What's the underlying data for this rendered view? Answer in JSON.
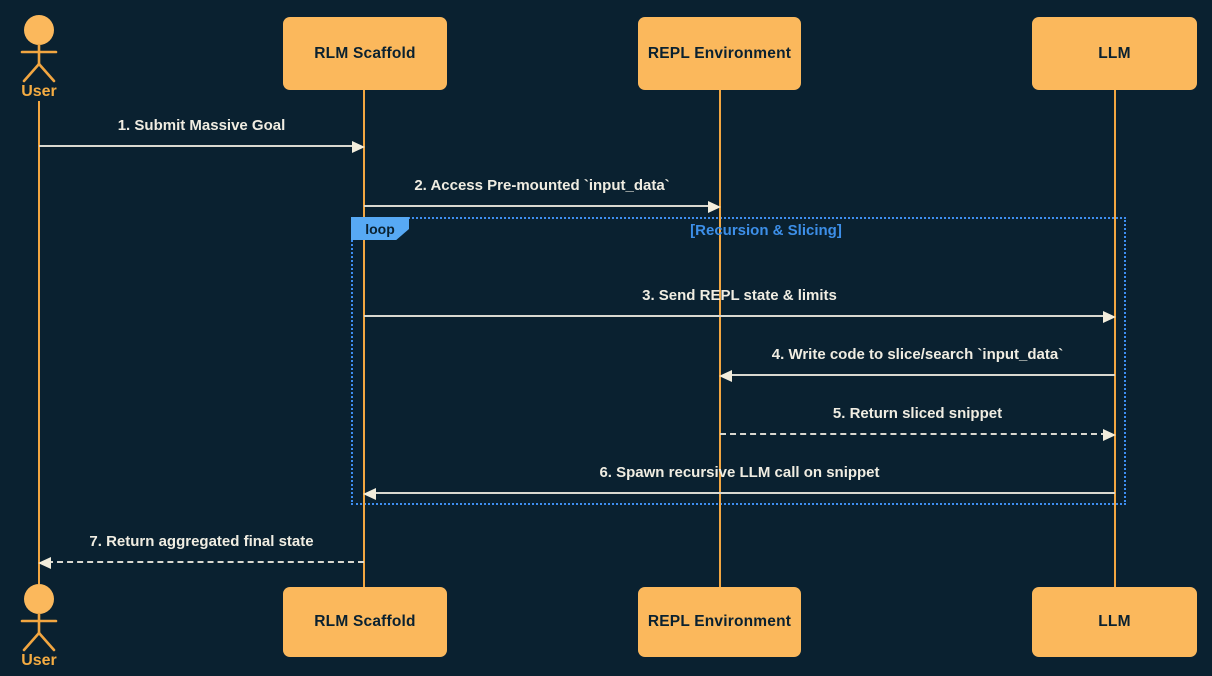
{
  "diagram": {
    "type": "sequence-diagram",
    "actor": {
      "name": "User"
    },
    "participants": [
      {
        "name": "RLM Scaffold"
      },
      {
        "name": "REPL Environment"
      },
      {
        "name": "LLM"
      }
    ],
    "loop": {
      "label": "loop",
      "title": "[Recursion & Slicing]"
    },
    "messages": [
      {
        "label": "1. Submit Massive Goal",
        "from": "User",
        "to": "RLM Scaffold",
        "line": "solid"
      },
      {
        "label": "2. Access Pre-mounted `input_data`",
        "from": "RLM Scaffold",
        "to": "REPL Environment",
        "line": "solid"
      },
      {
        "label": "3. Send REPL state & limits",
        "from": "RLM Scaffold",
        "to": "LLM",
        "line": "solid"
      },
      {
        "label": "4. Write code to slice/search `input_data`",
        "from": "LLM",
        "to": "REPL Environment",
        "line": "solid"
      },
      {
        "label": "5. Return sliced snippet",
        "from": "REPL Environment",
        "to": "LLM",
        "line": "dashed"
      },
      {
        "label": "6. Spawn recursive LLM call on snippet",
        "from": "LLM",
        "to": "RLM Scaffold",
        "line": "solid"
      },
      {
        "label": "7. Return aggregated final state",
        "from": "RLM Scaffold",
        "to": "User",
        "line": "dashed"
      }
    ],
    "colors": {
      "background": "#0A2130",
      "participant_fill": "#FBB85C",
      "participant_text": "#0A2130",
      "lifeline": "#F2A641",
      "actor_label": "#F5AC42",
      "message_text": "#F0EDE2",
      "arrow_line": "#D9D8D0",
      "arrowhead": "#F3EDDC",
      "loop_border": "#3E8EF0",
      "loop_label_bg": "#57A9F4",
      "loop_title_text": "#3D8FE8"
    }
  }
}
